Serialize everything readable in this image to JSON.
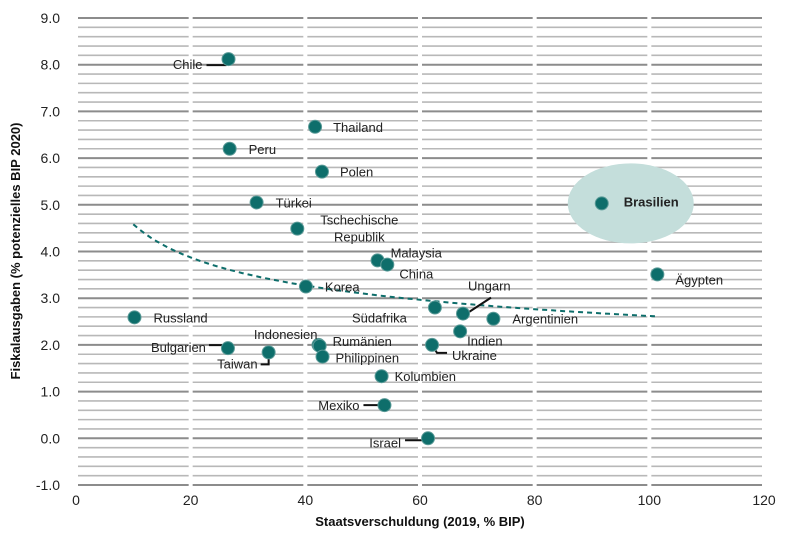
{
  "chart_data": {
    "type": "scatter",
    "title": "",
    "xlabel": "Staatsverschuldung (2019, % BIP)",
    "ylabel": "Fiskalausgaben (% potenzielles BIP 2020)",
    "xlim": [
      0,
      120
    ],
    "ylim": [
      -1.0,
      9.0
    ],
    "x_ticks": [
      "0",
      "20",
      "40",
      "60",
      "80",
      "100",
      "120"
    ],
    "y_ticks": [
      "-1.0",
      "0.0",
      "1.0",
      "2.0",
      "3.0",
      "4.0",
      "5.0",
      "6.0",
      "7.0",
      "8.0",
      "9.0"
    ],
    "grid": true,
    "point_color": "#0e6e6b",
    "highlight_color": "#c4dedb",
    "highlight": "Brasilien",
    "points": [
      {
        "name": "Chile",
        "x": 26.6,
        "y": 8.12
      },
      {
        "name": "Thailand",
        "x": 41.7,
        "y": 6.67
      },
      {
        "name": "Peru",
        "x": 26.8,
        "y": 6.2
      },
      {
        "name": "Polen",
        "x": 42.9,
        "y": 5.71
      },
      {
        "name": "Türkei",
        "x": 31.5,
        "y": 5.05
      },
      {
        "name": "Tschechische Republik",
        "x": 38.6,
        "y": 4.49
      },
      {
        "name": "Malaysia",
        "x": 52.6,
        "y": 3.81
      },
      {
        "name": "China",
        "x": 54.3,
        "y": 3.72
      },
      {
        "name": "Ägypten",
        "x": 101.4,
        "y": 3.51
      },
      {
        "name": "Korea",
        "x": 40.1,
        "y": 3.25
      },
      {
        "name": "Russland",
        "x": 10.2,
        "y": 2.59
      },
      {
        "name": "Südafrika",
        "x": 62.6,
        "y": 2.8
      },
      {
        "name": "Ungarn",
        "x": 67.5,
        "y": 2.67
      },
      {
        "name": "Argentinien",
        "x": 72.8,
        "y": 2.56
      },
      {
        "name": "Indien",
        "x": 67.0,
        "y": 2.29
      },
      {
        "name": "Brasilien",
        "x": 91.7,
        "y": 5.03
      },
      {
        "name": "Bulgarien",
        "x": 26.5,
        "y": 1.93
      },
      {
        "name": "Taiwan",
        "x": 33.6,
        "y": 1.84
      },
      {
        "name": "Indonesien",
        "x": 42.3,
        "y": 2.0
      },
      {
        "name": "Rumänien",
        "x": 42.5,
        "y": 1.98
      },
      {
        "name": "Philippinen",
        "x": 43.0,
        "y": 1.75
      },
      {
        "name": "Ukraine",
        "x": 62.1,
        "y": 2.0
      },
      {
        "name": "Kolumbien",
        "x": 53.3,
        "y": 1.33
      },
      {
        "name": "Mexiko",
        "x": 53.8,
        "y": 0.71
      },
      {
        "name": "Israel",
        "x": 61.4,
        "y": 0.0
      }
    ],
    "trendline": {
      "type": "power",
      "a": 8.02,
      "b": -0.243,
      "x_range": [
        10,
        101
      ],
      "style": "dashed"
    }
  }
}
